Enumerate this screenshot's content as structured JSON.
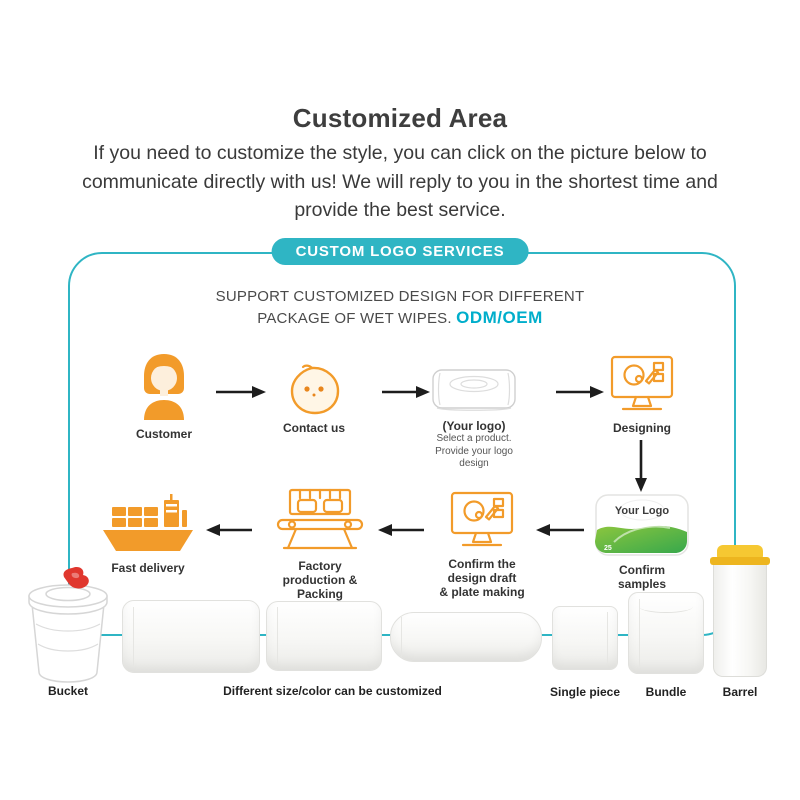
{
  "colors": {
    "teal": "#2FB5C4",
    "odm": "#00AECB",
    "orange": "#F29B2A",
    "orange_dark": "#E8861C",
    "red": "#E0372E",
    "green1": "#8CC63E",
    "green2": "#37A84C",
    "yellow": "#F6C832",
    "gray_line": "#D6D6D6"
  },
  "header": {
    "title": "Customized Area",
    "description": "If you need to customize the style, you can click on the picture below to communicate directly with us! We will reply to you in the shortest time and provide the best service."
  },
  "badge_label": "CUSTOM LOGO SERVICES",
  "support": {
    "line1": "SUPPORT CUSTOMIZED DESIGN FOR DIFFERENT",
    "line2": "PACKAGE OF WET WIPES.",
    "odm": "ODM/OEM"
  },
  "flow": {
    "row1": [
      {
        "label": "Customer"
      },
      {
        "label": "Contact us"
      },
      {
        "label": "(Your logo)",
        "sub1": "Select a product.",
        "sub2": "Provide your logo design"
      },
      {
        "label": "Designing"
      }
    ],
    "row2": [
      {
        "label": "Fast delivery"
      },
      {
        "label": "Factory production &",
        "label2": "Packing"
      },
      {
        "label": "Confirm the design draft",
        "label2": "& plate making"
      },
      {
        "label": "Confirm samples",
        "pack_text": "Your Logo",
        "pack_num": "25"
      }
    ]
  },
  "products": [
    {
      "label": "Bucket"
    },
    {
      "label": "Different size/color can be customized"
    },
    {
      "label": "Single piece"
    },
    {
      "label": "Bundle"
    },
    {
      "label": "Barrel"
    }
  ]
}
